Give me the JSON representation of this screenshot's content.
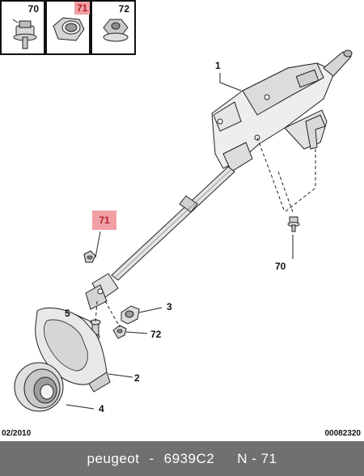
{
  "legend": [
    {
      "id": "70",
      "highlight": false
    },
    {
      "id": "71",
      "highlight": true
    },
    {
      "id": "72",
      "highlight": false
    }
  ],
  "callouts": {
    "c1": "1",
    "c2": "2",
    "c3": "3",
    "c4": "4",
    "c5": "5",
    "c70": "70",
    "c71": "71",
    "c72": "72"
  },
  "footer": {
    "date": "02/2010",
    "ref": "00082320"
  },
  "bottom_bar": {
    "brand": "peugeot",
    "separator": "-",
    "part_number": "6939C2",
    "position": "N - 71"
  },
  "colors": {
    "highlight_bg": "#f0a0a4",
    "highlight_text": "#b0202a",
    "bar_bg": "#707070"
  }
}
